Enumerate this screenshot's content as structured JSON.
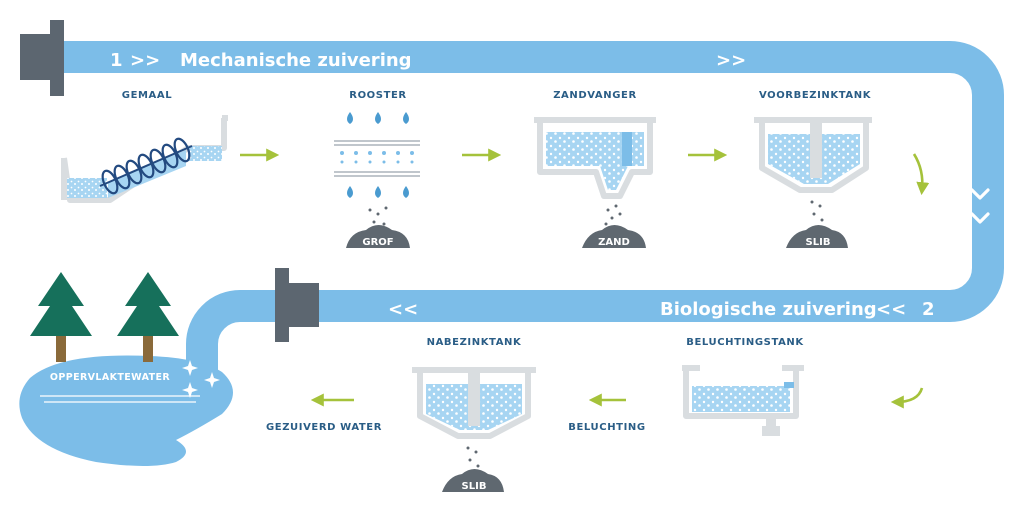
{
  "stages_top": {
    "title_number": "1",
    "title_arrows": ">>",
    "title": "Mechanische zuivering",
    "end_arrows": ">>",
    "items": [
      {
        "label": "GEMAAL"
      },
      {
        "label": "ROOSTER",
        "heap": "GROF"
      },
      {
        "label": "ZANDVANGER",
        "heap": "ZAND"
      },
      {
        "label": "VOORBEZINKTANK",
        "heap": "SLIB"
      }
    ],
    "side_arrows": "> >"
  },
  "stages_bottom": {
    "title": "Biologische zuivering",
    "title_number": "2",
    "title_arrows": "<<",
    "end_arrows": "<<",
    "items": [
      {
        "label": "BELUCHTINGSTANK"
      },
      {
        "label": "BELUCHTING"
      },
      {
        "label": "NABEZINKTANK",
        "heap": "SLIB"
      },
      {
        "label": "GEZUIVERD WATER"
      }
    ]
  },
  "lake": {
    "label": "OPPERVLAKTEWATER"
  },
  "colors": {
    "pipe": "#7cbde8",
    "water": "#a7d5f2",
    "tank": "#d9dde0",
    "arrow": "#a5c23b",
    "label": "#2a5d86",
    "flange": "#5c6670",
    "heap": "#5f6870",
    "tree": "#16705b",
    "trunk": "#8a6a3a"
  }
}
